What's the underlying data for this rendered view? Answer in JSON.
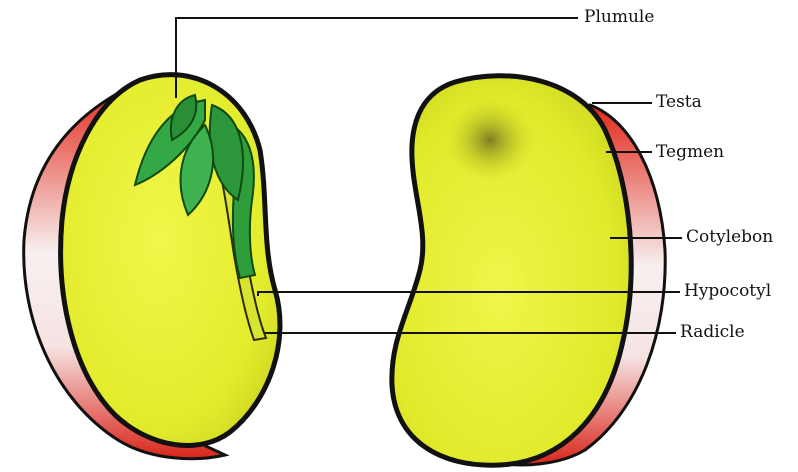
{
  "diagram": {
    "labels": {
      "plumule": "Plumule",
      "testa": "Testa",
      "tegmen": "Tegmen",
      "cotyledon": "Cotylebon",
      "hypocotyl": "Hypocotyl",
      "radicle": "Radicle"
    },
    "colors": {
      "testa_red": "#e02a1c",
      "cotyledon_yellow": "#e6ef2e",
      "embryo_green": "#2f9e3a",
      "outline": "#111111",
      "leader_line": "#111111"
    }
  }
}
